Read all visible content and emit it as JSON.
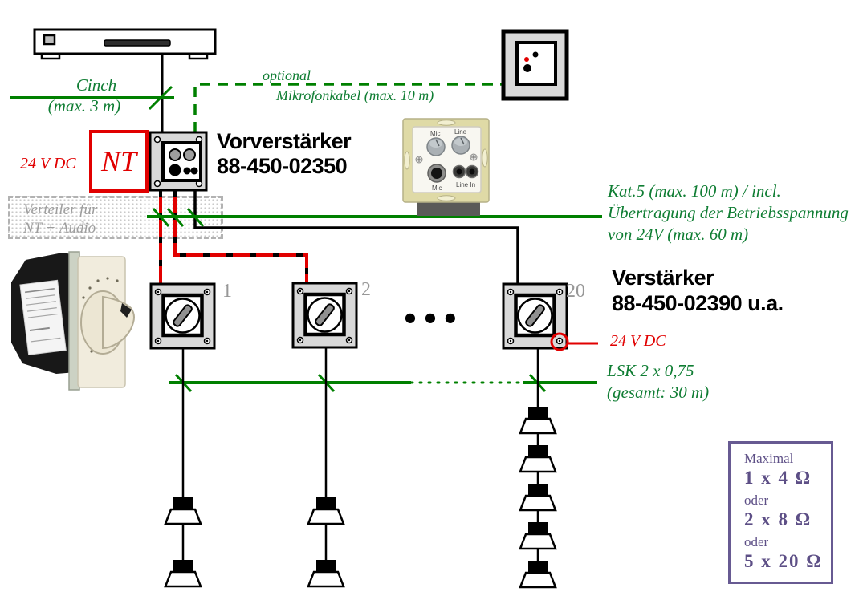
{
  "colors": {
    "cable_green": "#008000",
    "text_green": "#0f7d33",
    "accent_red": "#e10000",
    "impedance_purple": "#675a92",
    "box_gray": "#d9d9d9"
  },
  "cables": {
    "cinch": {
      "name": "Cinch",
      "length": "(max. 3 m)"
    },
    "microphone": {
      "qualifier": "optional",
      "name": "Mikrofonkabel (max. 10 m)"
    },
    "kat5": {
      "line1": "Kat.5 (max. 100 m) / incl.",
      "line2": "Übertragung der Betriebsspannung",
      "line3": "von 24V (max. 60 m)"
    },
    "speaker": {
      "line1": "LSK 2 x 0,75",
      "line2": "(gesamt: 30 m)"
    }
  },
  "power_supply": {
    "label": "NT",
    "voltage_left": "24 V DC",
    "voltage_right": "24 V DC"
  },
  "preamp": {
    "title": "Vorverstärker",
    "part_no": "88-450-02350"
  },
  "amplifier": {
    "title": "Verstärker",
    "part_no": "88-450-02390 u.a."
  },
  "distributor": {
    "line1": "Verteiler für",
    "line2": "NT + Audio"
  },
  "volume_controls": {
    "first": "1",
    "second": "2",
    "last": "20",
    "ellipsis": "●●●"
  },
  "impedance_box": {
    "title": "Maximal",
    "option1": "1 x 4 Ω",
    "or1": "oder",
    "option2": "2 x 8 Ω",
    "or2": "oder",
    "option3": "5 x 20 Ω"
  },
  "wall_plate": {
    "knob1": "Mic",
    "knob2": "Line",
    "jack1": "Mic",
    "jack2": "Line In"
  }
}
